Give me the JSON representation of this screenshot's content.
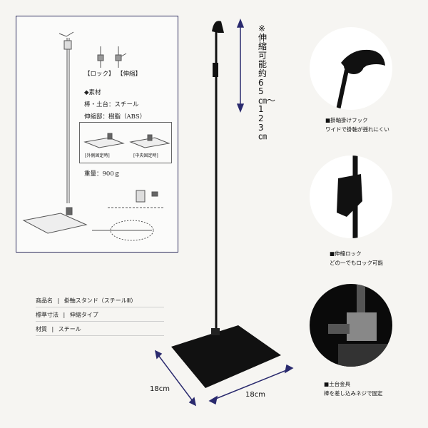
{
  "diagram_panel": {
    "lock_label": "【ロック】",
    "extend_label": "【伸縮】",
    "material_heading": "◆素材",
    "material_rod": "棒・土台：スチール",
    "material_telescopic": "伸縮部：樹脂（ABS）",
    "mount_outside": "[外側固定時]",
    "mount_center": "[中央固定時]",
    "weight": "重量：900ｇ"
  },
  "specs": [
    {
      "label": "商品名",
      "value": "掛軸スタンド（スチールⅢ）"
    },
    {
      "label": "標準寸法",
      "value": "伸縮タイプ"
    },
    {
      "label": "材質",
      "value": "スチール"
    }
  ],
  "height_note": "※伸縮可能 約65㎝〜123㎝",
  "dimensions": {
    "depth": "18cm",
    "width": "18cm"
  },
  "features": [
    {
      "title": "■掛軸掛けフック",
      "desc": "ワイドで掛軸が揺れにくい"
    },
    {
      "title": "■伸縮ロック",
      "desc": "どの一でもロック可能"
    },
    {
      "title": "■土台金具",
      "desc": "棒を差し込みネジで固定"
    }
  ],
  "colors": {
    "panel_border": "#2f2e5e",
    "dimension_arrow": "#2a2a6e",
    "stand": "#111111"
  }
}
